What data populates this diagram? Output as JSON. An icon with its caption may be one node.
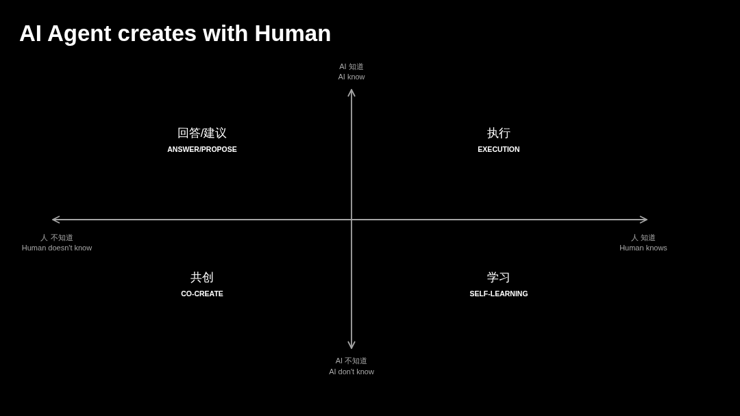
{
  "diagram": {
    "title": "AI Agent creates with Human",
    "labels": [
      "AI 知道",
      "AI know",
      "回答/建议",
      "ANSWER/PROPOSE",
      "执行",
      "EXECUTION",
      "人 不知道",
      "Human doesn't know",
      "人 知道",
      "Human knows",
      "共创",
      "CO-CREATE",
      "学习",
      "SELF-LEARNING",
      "AI 不知道",
      "AI don't know"
    ]
  }
}
